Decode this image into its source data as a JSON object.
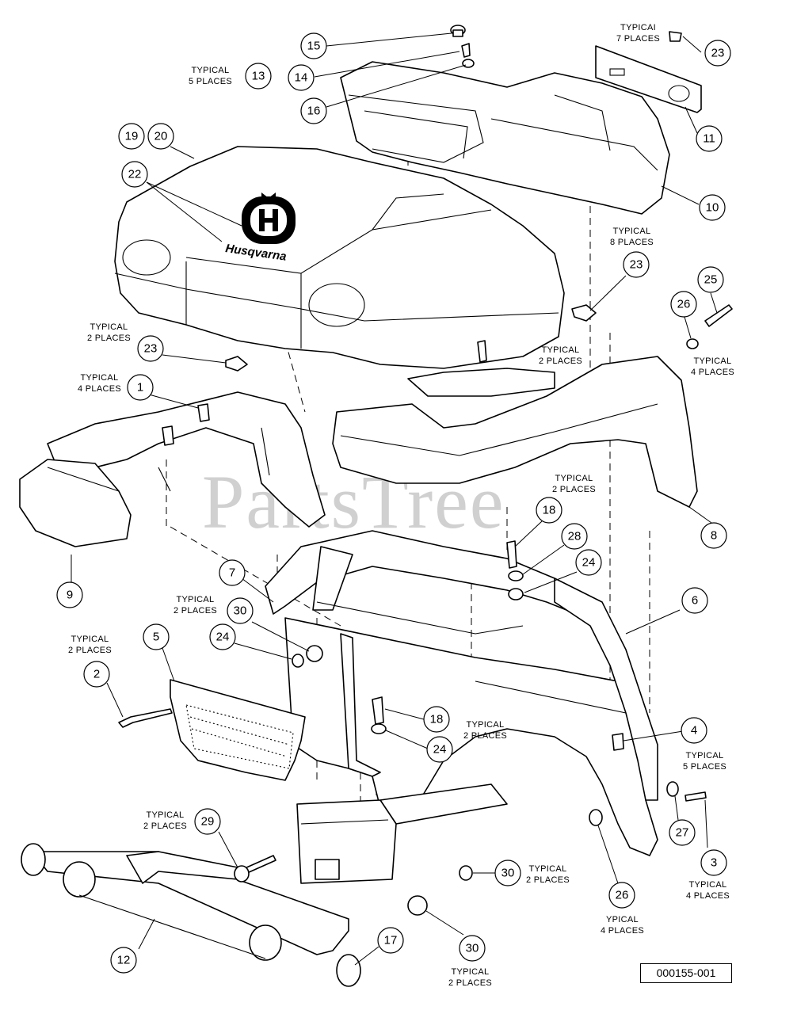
{
  "watermark": "PartsTree",
  "brand_wordmark": "Husqvarna",
  "reference_code": "000155-001",
  "callouts": [
    "15",
    "14",
    "13",
    "16",
    "23",
    "11",
    "10",
    "19",
    "20",
    "22",
    "23",
    "25",
    "26",
    "23",
    "1",
    "8",
    "18",
    "28",
    "24",
    "7",
    "30",
    "24",
    "6",
    "5",
    "2",
    "18",
    "24",
    "4",
    "27",
    "3",
    "29",
    "30",
    "26",
    "12",
    "17",
    "30",
    "9"
  ],
  "notes": [
    "TYPICAL\n5 PLACES",
    "TYPICAI\n7 PLACES",
    "TYPICAL\n8 PLACES",
    "TYPICAL\n2 PLACES",
    "TYPICAL\n2 PLACES",
    "TYPICAL\n4 PLACES",
    "TYPICAL\n4 PLACES",
    "TYPICAL\n2 PLACES",
    "TYPICAL\n2 PLACES",
    "TYPICAL\n2 PLACES",
    "TYPICAL\n2 PLACES",
    "TYPICAL\n5 PLACES",
    "TYPICAL\n2 PLACES",
    "TYPICAL\n2 PLACES",
    "TYPICAL\n4 PLACES",
    "YPICAL\n4 PLACES",
    "TYPICAL\n2 PLACES"
  ]
}
